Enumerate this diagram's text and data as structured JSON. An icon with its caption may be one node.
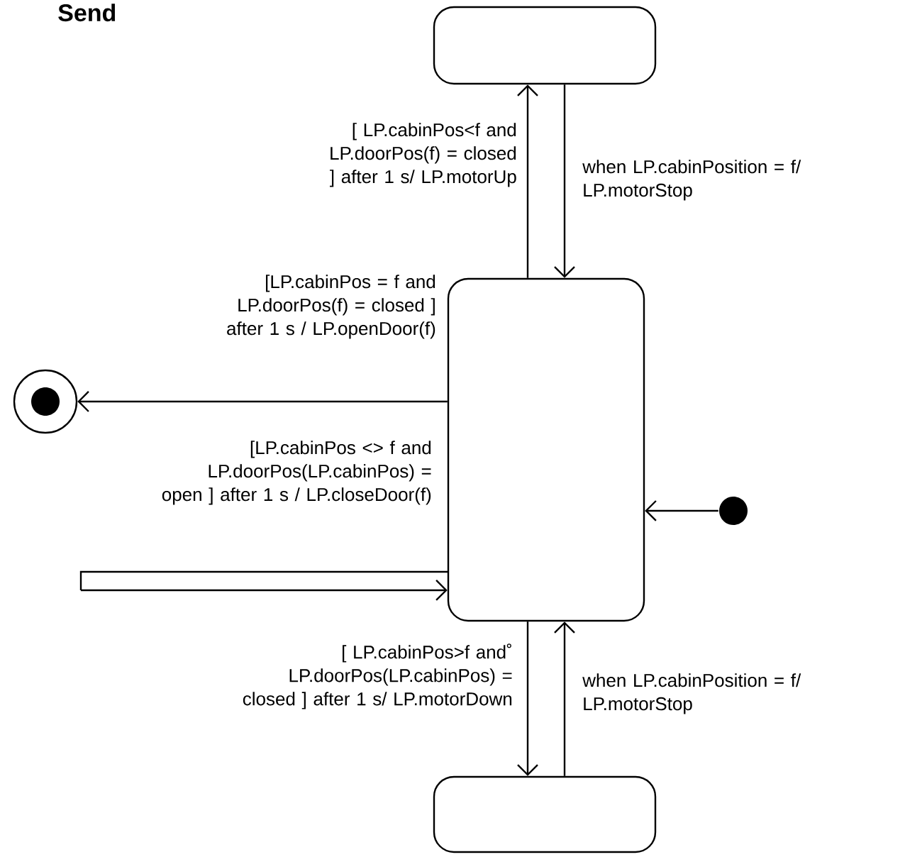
{
  "diagram": {
    "title": "Send",
    "nodes": [
      {
        "text": [],
        "shape": "box"
      },
      {
        "text": [],
        "shape": "box"
      },
      {
        "text": [],
        "shape": "circle"
      },
      {
        "text": [],
        "shape": "circle"
      },
      {
        "text": [],
        "shape": "box"
      }
    ],
    "edges": [
      {
        "from": 1,
        "to": 0,
        "arrow": "to",
        "label": "[ LP.cabinPos<f and LP.doorPos(f) = closed ] after 1 s/ LP.motorUp"
      },
      {
        "from": 0,
        "to": 1,
        "arrow": "to",
        "label": "when LP.cabinPosition = f/ LP.motorStop"
      },
      {
        "from": 1,
        "to": 2,
        "arrow": "to",
        "label": "[LP.cabinPos = f and LP.doorPos(f) = closed ] after 1 s / LP.openDoor(f)"
      },
      {
        "from": null,
        "to": 1,
        "arrow": "to",
        "label": "[LP.cabinPos <> f and LP.doorPos(LP.cabinPos) = open ] after 1 s / LP.closeDoor(f)"
      },
      {
        "from": 3,
        "to": 1,
        "arrow": "to"
      },
      {
        "from": 1,
        "to": 4,
        "arrow": "to",
        "label": "[ LP.cabinPos>f and˚ LP.doorPos(LP.cabinPos) = closed ] after 1 s/ LP.motorDown"
      },
      {
        "from": 4,
        "to": 1,
        "arrow": "to",
        "label": "when LP.cabinPosition = f/ LP.motorStop"
      }
    ]
  }
}
